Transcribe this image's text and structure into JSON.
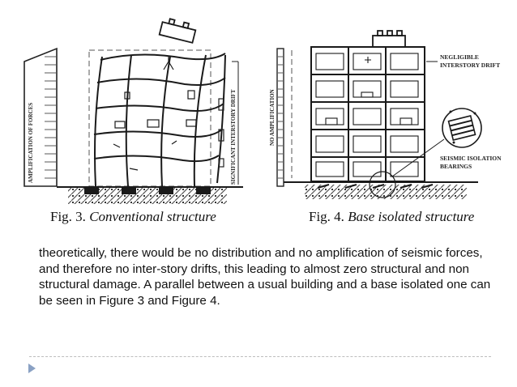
{
  "figures": {
    "fig3": {
      "caption_number": "Fig. 3.",
      "caption_title": "Conventional structure",
      "left_axis_label": "AMPLIFICATION OF FORCES",
      "drift_label": "SIGNIFICANT INTERSTORY DRIFT"
    },
    "fig4": {
      "caption_number": "Fig. 4.",
      "caption_title": "Base isolated structure",
      "left_axis_label": "NO AMPLIFICATION",
      "drift_label_line1": "NEGLIGIBLE",
      "drift_label_line2": "INTERSTORY DRIFT",
      "bearing_label_line1": "SEISMIC ISOLATION",
      "bearing_label_line2": "BEARINGS"
    }
  },
  "body": {
    "paragraph": "theoretically, there would be no distribution and no amplification of seismic forces, and therefore no inter-story drifts, this leading to almost zero structural and non structural damage. A parallel between a usual building and a base isolated one can be seen in Figure 3 and Figure 4."
  },
  "colors": {
    "accent_bullet": "#8aa1c4",
    "divider": "#bdbdbd"
  },
  "icons": [
    "bullet-arrow-icon"
  ]
}
